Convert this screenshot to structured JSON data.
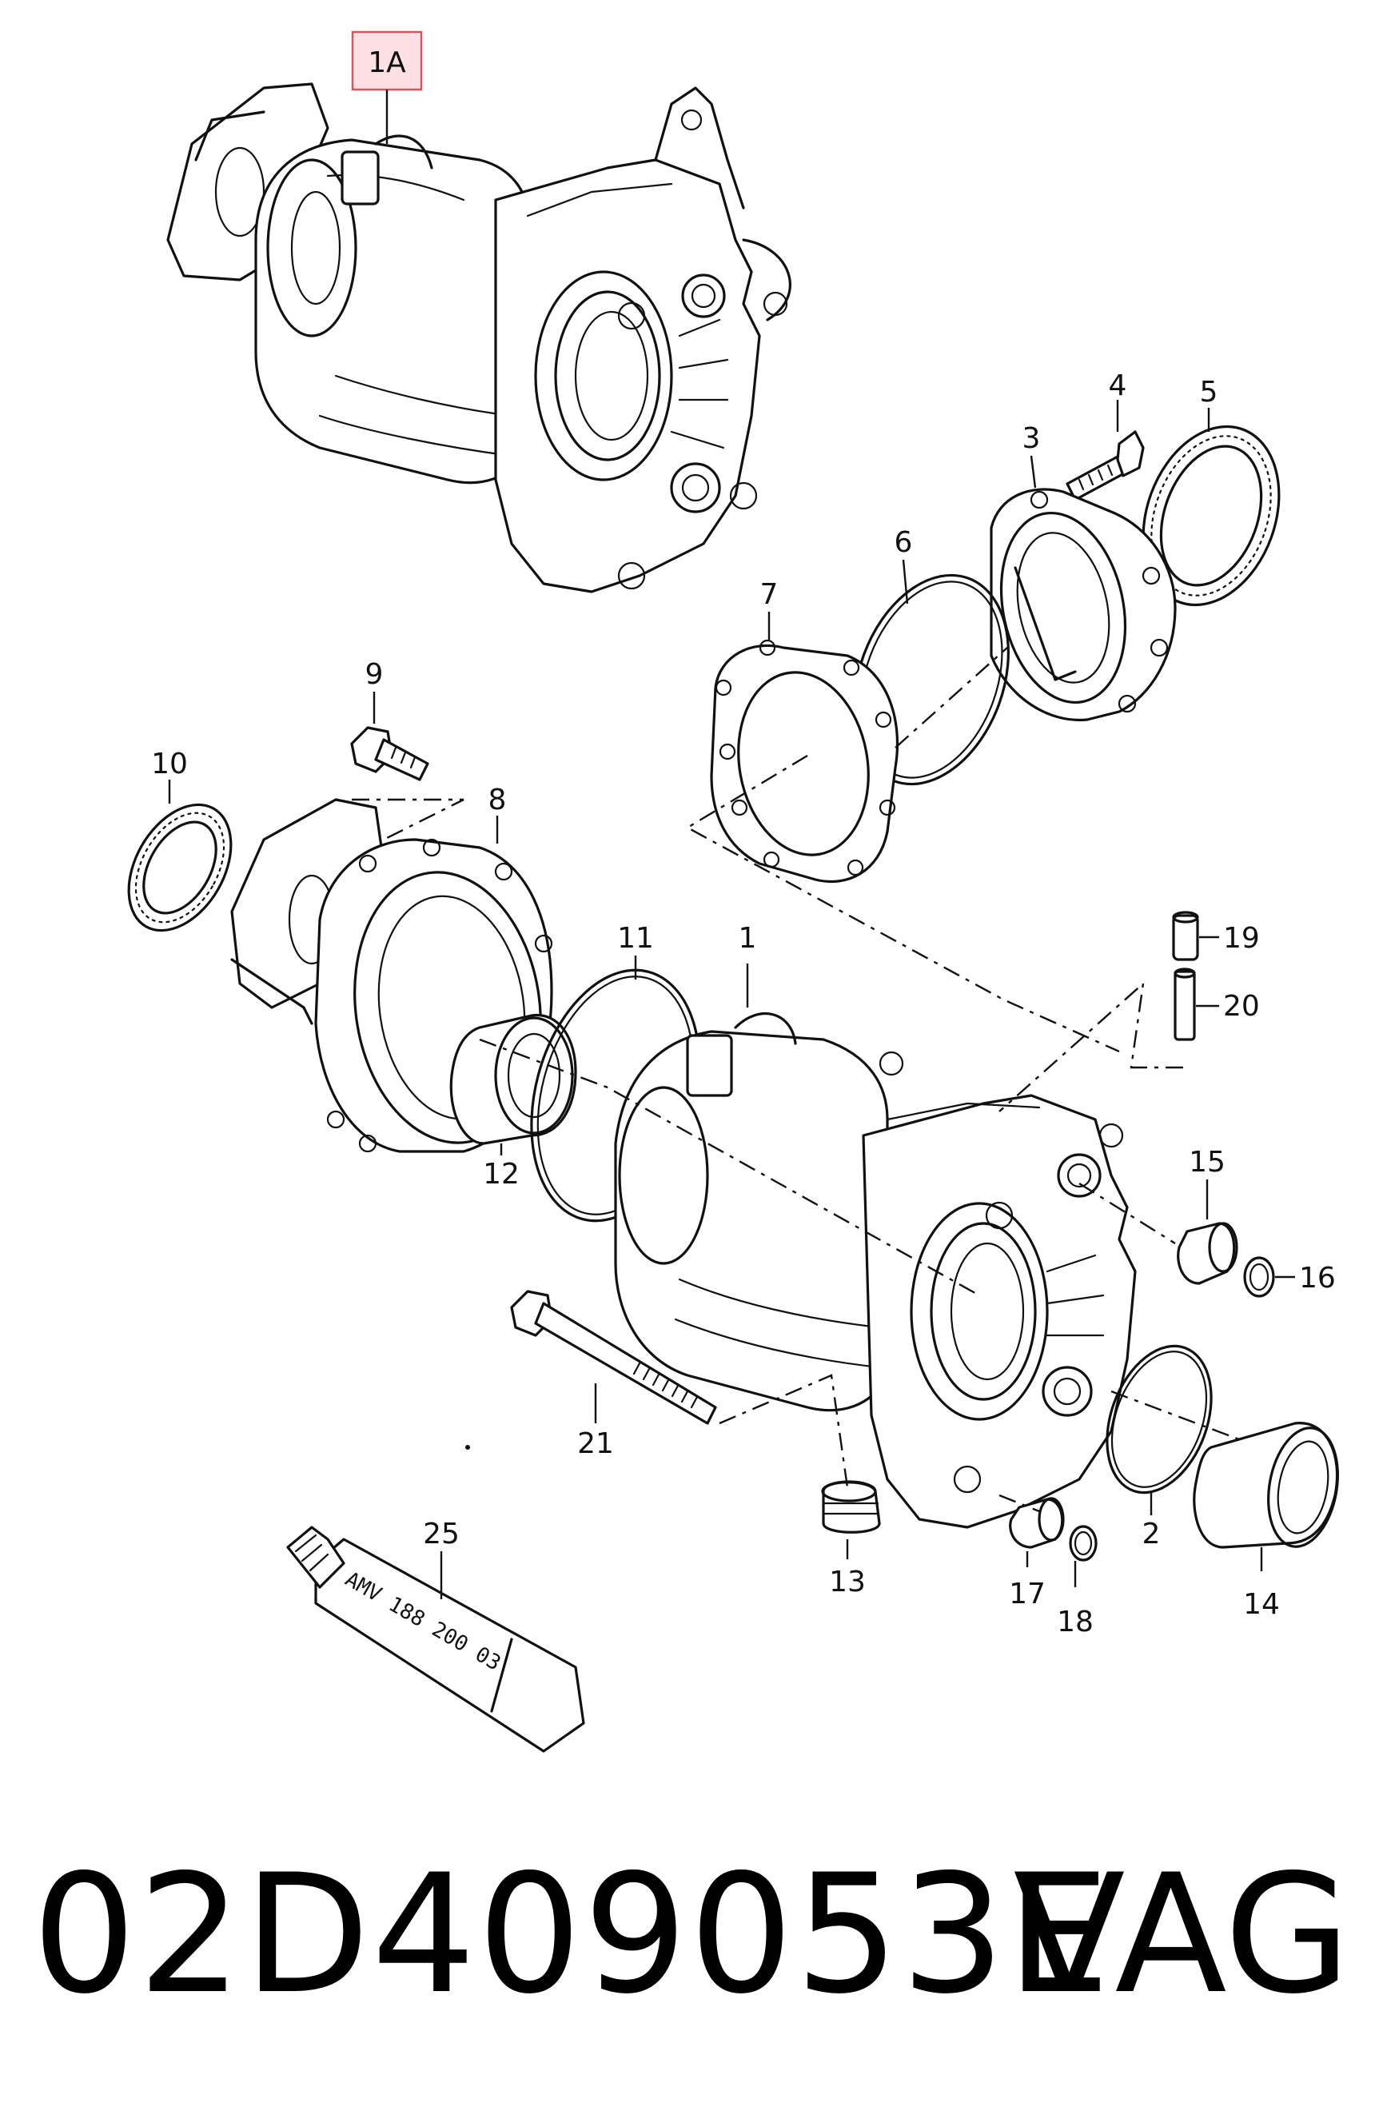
{
  "callouts": {
    "c1A": "1A",
    "c1": "1",
    "c2": "2",
    "c3": "3",
    "c4": "4",
    "c5": "5",
    "c6": "6",
    "c7": "7",
    "c8": "8",
    "c9": "9",
    "c10": "10",
    "c11": "11",
    "c12": "12",
    "c13": "13",
    "c14": "14",
    "c15": "15",
    "c16": "16",
    "c17": "17",
    "c18": "18",
    "c19": "19",
    "c20": "20",
    "c21": "21",
    "c25": "25"
  },
  "tube_label": "AMV 188 200 03",
  "highlight_color": "#d9545f",
  "footer": {
    "part_number": "02D409053E",
    "brand": "VAG"
  }
}
